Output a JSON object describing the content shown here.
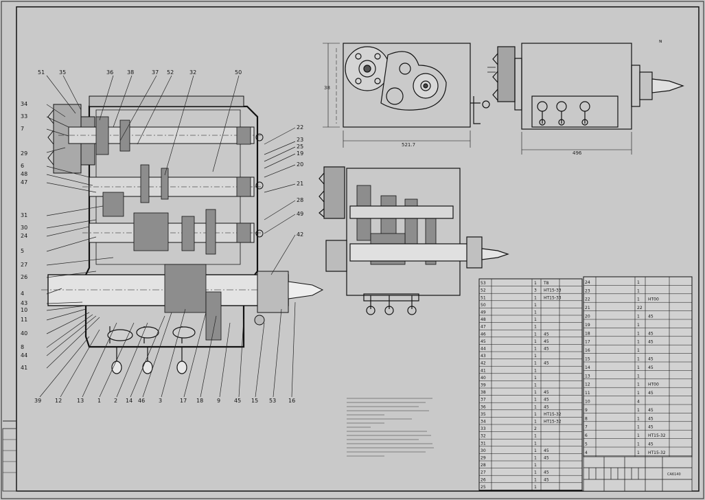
{
  "leaders_left": [
    "51",
    "35",
    "36",
    "38",
    "37",
    "52",
    "32",
    "50",
    "34",
    "33",
    "7",
    "29",
    "6",
    "48",
    "47",
    "31",
    "30",
    "24",
    "5",
    "27",
    "26",
    "4",
    "43",
    "10",
    "11",
    "40",
    "8",
    "44",
    "41"
  ],
  "leaders_right": [
    "22",
    "23",
    "25",
    "19",
    "20",
    "21",
    "28",
    "49",
    "42"
  ],
  "leaders_bottom": [
    "39",
    "12",
    "13",
    "1",
    "2",
    "14",
    "46",
    "3",
    "17",
    "18",
    "9",
    "45",
    "15",
    "53",
    "16"
  ],
  "dimensions": {
    "front_height": "38",
    "front_width": "521.7",
    "side_width": "496"
  },
  "view_mark": "ɴ",
  "title_block_label": "CA6140",
  "bom_left": [
    [
      "53",
      "",
      "1",
      "T8"
    ],
    [
      "52",
      "",
      "3",
      "HT15-33"
    ],
    [
      "51",
      "",
      "1",
      "HT15-33"
    ],
    [
      "50",
      "",
      "1",
      ""
    ],
    [
      "49",
      "",
      "1",
      ""
    ],
    [
      "48",
      "",
      "1",
      ""
    ],
    [
      "47",
      "",
      "1",
      ""
    ],
    [
      "46",
      "",
      "1",
      "45"
    ],
    [
      "45",
      "",
      "1",
      "45"
    ],
    [
      "44",
      "",
      "1",
      "45"
    ],
    [
      "43",
      "",
      "1",
      ""
    ],
    [
      "42",
      "",
      "1",
      "45"
    ],
    [
      "41",
      "",
      "1",
      ""
    ],
    [
      "40",
      "",
      "1",
      ""
    ],
    [
      "39",
      "",
      "1",
      ""
    ],
    [
      "38",
      "",
      "1",
      "45"
    ],
    [
      "37",
      "",
      "1",
      "45"
    ],
    [
      "36",
      "",
      "1",
      "45"
    ],
    [
      "35",
      "",
      "1",
      "HT15-32"
    ],
    [
      "34",
      "",
      "1",
      "HT15-32"
    ],
    [
      "33",
      "",
      "2",
      ""
    ],
    [
      "32",
      "",
      "1",
      ""
    ],
    [
      "31",
      "",
      "1",
      ""
    ],
    [
      "30",
      "",
      "1",
      "45"
    ],
    [
      "29",
      "",
      "1",
      "45"
    ],
    [
      "28",
      "",
      "1",
      ""
    ],
    [
      "27",
      "",
      "1",
      "45"
    ],
    [
      "26",
      "",
      "1",
      "45"
    ],
    [
      "25",
      "",
      "1",
      ""
    ]
  ],
  "bom_right": [
    [
      "24",
      "",
      "1",
      ""
    ],
    [
      "23",
      "",
      "1",
      ""
    ],
    [
      "22",
      "",
      "1",
      "HT00"
    ],
    [
      "21",
      "",
      "22",
      ""
    ],
    [
      "20",
      "",
      "1",
      "45"
    ],
    [
      "19",
      "",
      "1",
      ""
    ],
    [
      "18",
      "",
      "1",
      "45"
    ],
    [
      "17",
      "",
      "1",
      "45"
    ],
    [
      "16",
      "",
      "1",
      ""
    ],
    [
      "15",
      "",
      "1",
      "45"
    ],
    [
      "14",
      "",
      "1",
      "45"
    ],
    [
      "13",
      "",
      "1",
      ""
    ],
    [
      "12",
      "",
      "1",
      "HT00"
    ],
    [
      "11",
      "",
      "1",
      "45"
    ],
    [
      "10",
      "",
      "4",
      ""
    ],
    [
      "9",
      "",
      "1",
      "45"
    ],
    [
      "8",
      "",
      "1",
      "45"
    ],
    [
      "7",
      "",
      "1",
      "45"
    ],
    [
      "6",
      "",
      "1",
      "HT15-32"
    ],
    [
      "5",
      "",
      "1",
      "45"
    ],
    [
      "4",
      "",
      "1",
      "HT15-32"
    ]
  ],
  "notes_lines": [
    "",
    "",
    "",
    "",
    "",
    "",
    "",
    "",
    "",
    "",
    "",
    "",
    "",
    ""
  ]
}
